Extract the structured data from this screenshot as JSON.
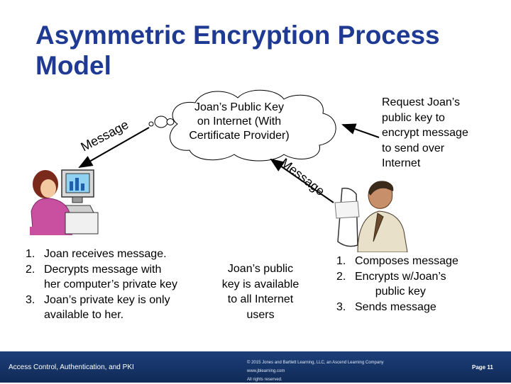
{
  "title": "Asymmetric Encryption Process Model",
  "cloud": {
    "text": [
      "Joan’s Public Key",
      "on Internet (With",
      "Certificate Provider)"
    ]
  },
  "request_text": [
    "Request Joan’s",
    "public key to",
    "encrypt message",
    "to send over",
    "Internet"
  ],
  "message_label": "Message",
  "left_steps": [
    {
      "num": "1.",
      "lines": [
        "Joan receives message."
      ]
    },
    {
      "num": "2.",
      "lines": [
        "Decrypts message with",
        "her computer’s private key"
      ]
    },
    {
      "num": "3.",
      "lines": [
        "Joan’s private key is only",
        "available to her."
      ]
    }
  ],
  "middle_text": [
    "Joan’s public",
    "key is available",
    "to all Internet",
    "users"
  ],
  "right_steps": [
    {
      "num": "1.",
      "lines": [
        "Composes message"
      ]
    },
    {
      "num": "2.",
      "lines": [
        "Encrypts w/Joan’s",
        "public key"
      ]
    },
    {
      "num": "3.",
      "lines": [
        "Sends message"
      ]
    }
  ],
  "footer": {
    "left": "Access Control, Authentication, and PKI",
    "copyright": [
      "© 2015 Jones and Bartlett Learning, LLC, an Ascend Learning Company",
      "www.jblearning.com",
      "All rights reserved."
    ],
    "page": "Page 11"
  },
  "colors": {
    "title": "#1f3a93",
    "footer": "#1d3f7a",
    "arrow": "#000000"
  }
}
